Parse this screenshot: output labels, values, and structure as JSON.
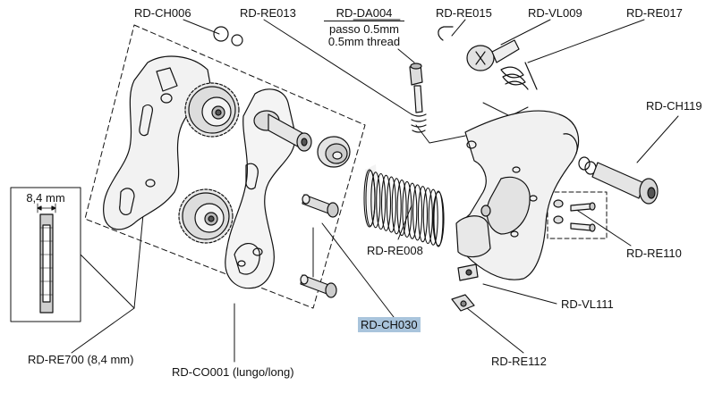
{
  "colors": {
    "ink": "#111111",
    "highlight": "#a9c4dc",
    "fill_light": "#f1f1f1",
    "fill_mid": "#cfcfcf",
    "fill_dark": "#555555"
  },
  "labels": {
    "ch006": "RD-CH006",
    "re013": "RD-RE013",
    "da004": "RD-DA004",
    "da004_note1": "passo 0.5mm",
    "da004_note2": "0.5mm thread",
    "re015": "RD-RE015",
    "vl009": "RD-VL009",
    "re017": "RD-RE017",
    "ch119": "RD-CH119",
    "width": "8,4 mm",
    "re008": "RD-RE008",
    "re110": "RD-RE110",
    "ch030": "RD-CH030",
    "vl111": "RD-VL111",
    "re700": "RD-RE700 (8,4 mm)",
    "co001": "RD-CO001 (lungo/long)",
    "re112": "RD-RE112"
  }
}
